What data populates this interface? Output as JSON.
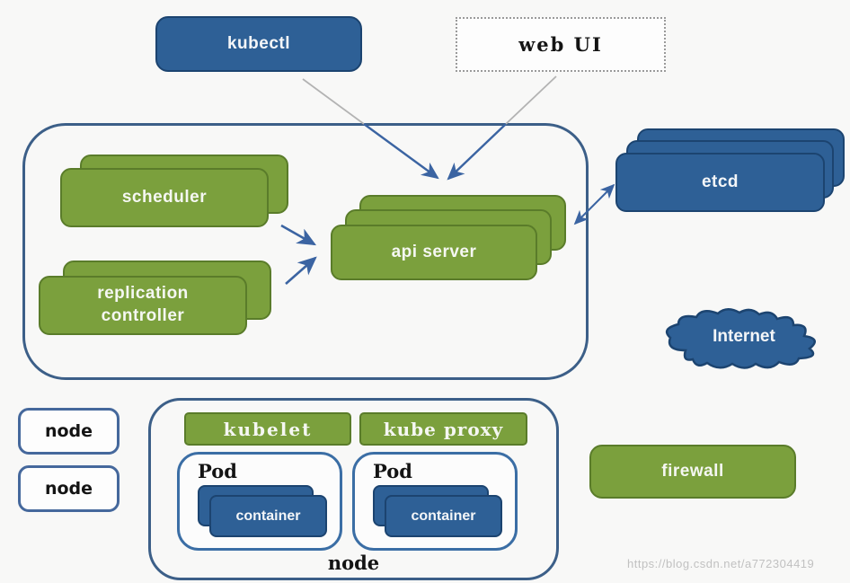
{
  "colors": {
    "box_blue": "#2e6096",
    "box_blue_border": "#1c4470",
    "box_green": "#7ba03d",
    "box_green_border": "#5a7c2a",
    "outline_blue": "#3c5f88",
    "arrow_blue": "#3b64a2",
    "arrow_gray": "#b3b3b3"
  },
  "external": {
    "kubectl": "kubectl",
    "web_ui": "web UI"
  },
  "master": {
    "scheduler": "scheduler",
    "replication_controller": {
      "line1": "replication",
      "line2": "controller"
    },
    "api_server": "api server"
  },
  "storage": {
    "etcd": "etcd"
  },
  "network": {
    "internet": "Internet",
    "firewall": "firewall"
  },
  "nodes": {
    "node_box_1": "node",
    "node_box_2": "node",
    "node_detail": {
      "kubelet": "kubelet",
      "kube_proxy": "kube proxy",
      "pod_1": {
        "title": "Pod",
        "container": "container"
      },
      "pod_2": {
        "title": "Pod",
        "container": "container"
      },
      "label": "node"
    }
  },
  "connections": [
    {
      "from": "kubectl",
      "to": "api server",
      "type": "arrow"
    },
    {
      "from": "web UI",
      "to": "api server",
      "type": "arrow"
    },
    {
      "from": "scheduler",
      "to": "api server",
      "type": "arrow"
    },
    {
      "from": "replication controller",
      "to": "api server",
      "type": "arrow"
    },
    {
      "from": "api server",
      "to": "etcd",
      "type": "double-arrow"
    }
  ],
  "watermark": "https://blog.csdn.net/a772304419"
}
